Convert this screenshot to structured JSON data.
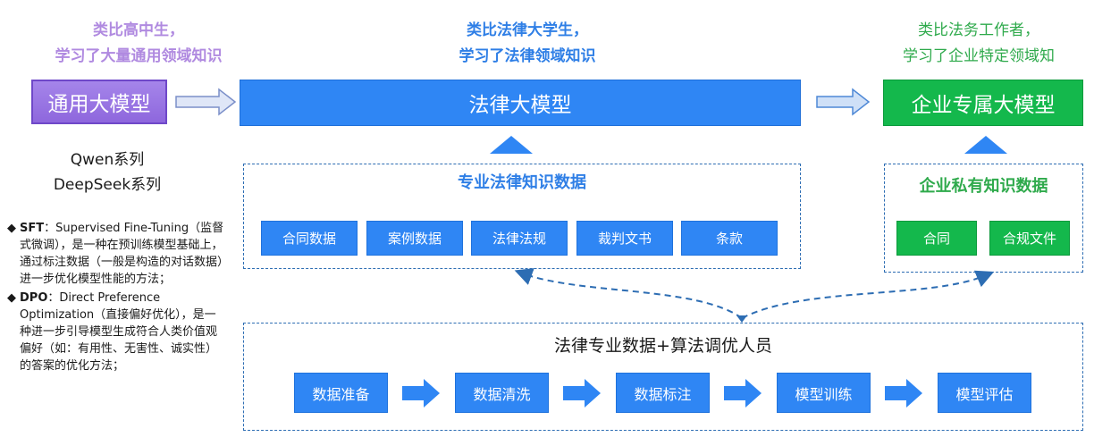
{
  "captions": {
    "general": [
      "类比高中生，",
      "学习了大量通用领域知识"
    ],
    "legal": [
      "类比法律大学生，",
      "学习了法律领域知识"
    ],
    "enterprise": [
      "类比法务工作者，",
      "学习了企业特定领域知"
    ]
  },
  "models": {
    "general": "通用大模型",
    "legal": "法律大模型",
    "enterprise": "企业专属大模型"
  },
  "general_examples": [
    "Qwen系列",
    "DeepSeek系列"
  ],
  "notes": [
    {
      "term": "SFT",
      "text": "：Supervised Fine-Tuning（监督式微调），是一种在预训练模型基础上，通过标注数据（一般是构造的对话数据）进一步优化模型性能的方法；"
    },
    {
      "term": "DPO",
      "text": "：Direct Preference Optimization（直接偏好优化），是一种进一步引导模型生成符合人类价值观偏好（如：有用性、无害性、诚实性）的答案的优化方法；"
    }
  ],
  "legal_data": {
    "title": "专业法律知识数据",
    "items": [
      "合同数据",
      "案例数据",
      "法律法规",
      "裁判文书",
      "条款"
    ]
  },
  "private_data": {
    "title": "企业私有知识数据",
    "items": [
      "合同",
      "合规文件"
    ]
  },
  "pipeline": {
    "title": "法律专业数据+算法调优人员",
    "steps": [
      "数据准备",
      "数据清洗",
      "数据标注",
      "模型训练",
      "模型评估"
    ]
  },
  "colors": {
    "purple": "#9a77e4",
    "blue": "#2f86f4",
    "green": "#14b84c",
    "dashed": "#2d6db3"
  }
}
